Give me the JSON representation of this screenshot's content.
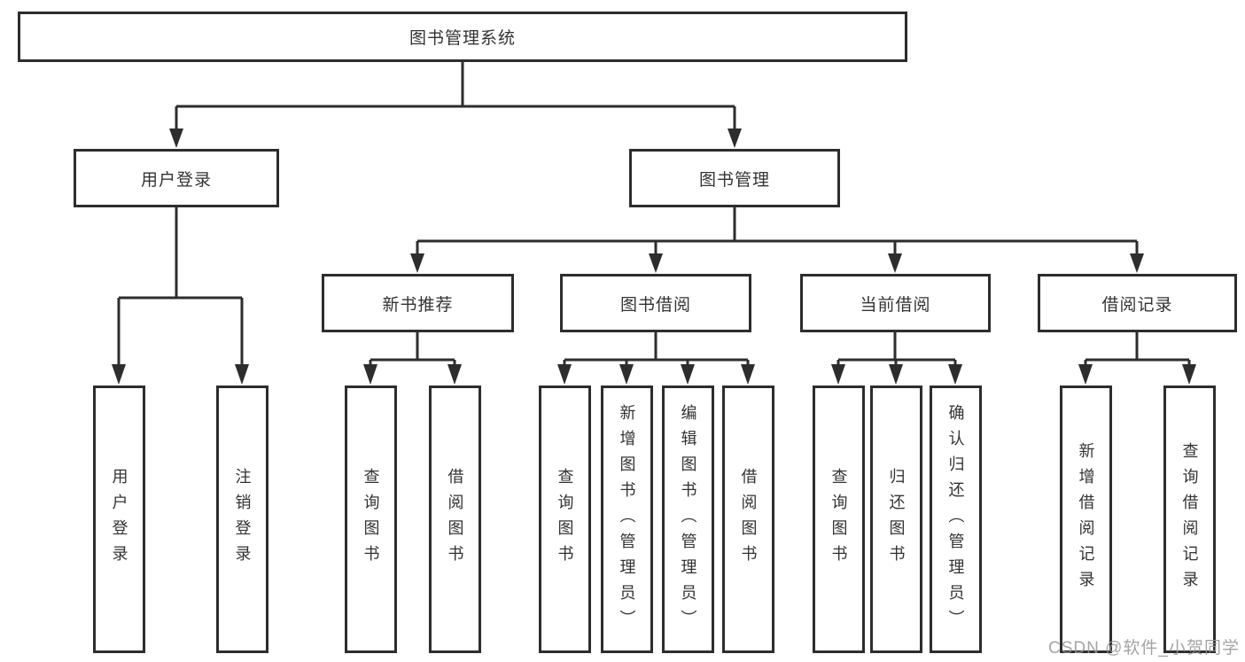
{
  "diagram": {
    "root": {
      "label": "图书管理系统"
    },
    "branches": [
      {
        "label": "用户登录",
        "children": [
          {
            "label": "用户登录"
          },
          {
            "label": "注销登录"
          }
        ]
      },
      {
        "label": "图书管理",
        "groups": [
          {
            "label": "新书推荐",
            "children": [
              {
                "label": "查询图书"
              },
              {
                "label": "借阅图书"
              }
            ]
          },
          {
            "label": "图书借阅",
            "children": [
              {
                "label": "查询图书"
              },
              {
                "label": "新增图书（管理员）"
              },
              {
                "label": "编辑图书（管理员）"
              },
              {
                "label": "借阅图书"
              }
            ]
          },
          {
            "label": "当前借阅",
            "children": [
              {
                "label": "查询图书"
              },
              {
                "label": "归还图书"
              },
              {
                "label": "确认归还（管理员）"
              }
            ]
          },
          {
            "label": "借阅记录",
            "children": [
              {
                "label": "新增借阅记录"
              },
              {
                "label": "查询借阅记录"
              }
            ]
          }
        ]
      }
    ],
    "watermark": "CSDN @软件_小贺同学",
    "colors": {
      "line": "#2d2d2d",
      "text": "#333333",
      "background": "#ffffff",
      "watermark": "#949494"
    }
  }
}
